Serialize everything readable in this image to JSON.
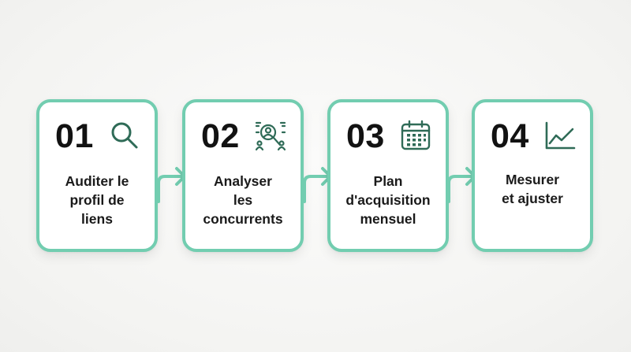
{
  "accent_color": "#72cdb0",
  "icon_color": "#2f6b57",
  "steps": [
    {
      "number": "01",
      "icon": "search-icon",
      "label_lines": [
        "Auditer le",
        "profil de",
        "liens"
      ]
    },
    {
      "number": "02",
      "icon": "competitor-analysis-icon",
      "label_lines": [
        "Analyser",
        "les",
        "concurrents"
      ]
    },
    {
      "number": "03",
      "icon": "calendar-icon",
      "label_lines": [
        "Plan",
        "d'acquisition",
        "mensuel"
      ]
    },
    {
      "number": "04",
      "icon": "line-chart-icon",
      "label_lines": [
        "Mesurer",
        "et ajuster"
      ]
    }
  ]
}
